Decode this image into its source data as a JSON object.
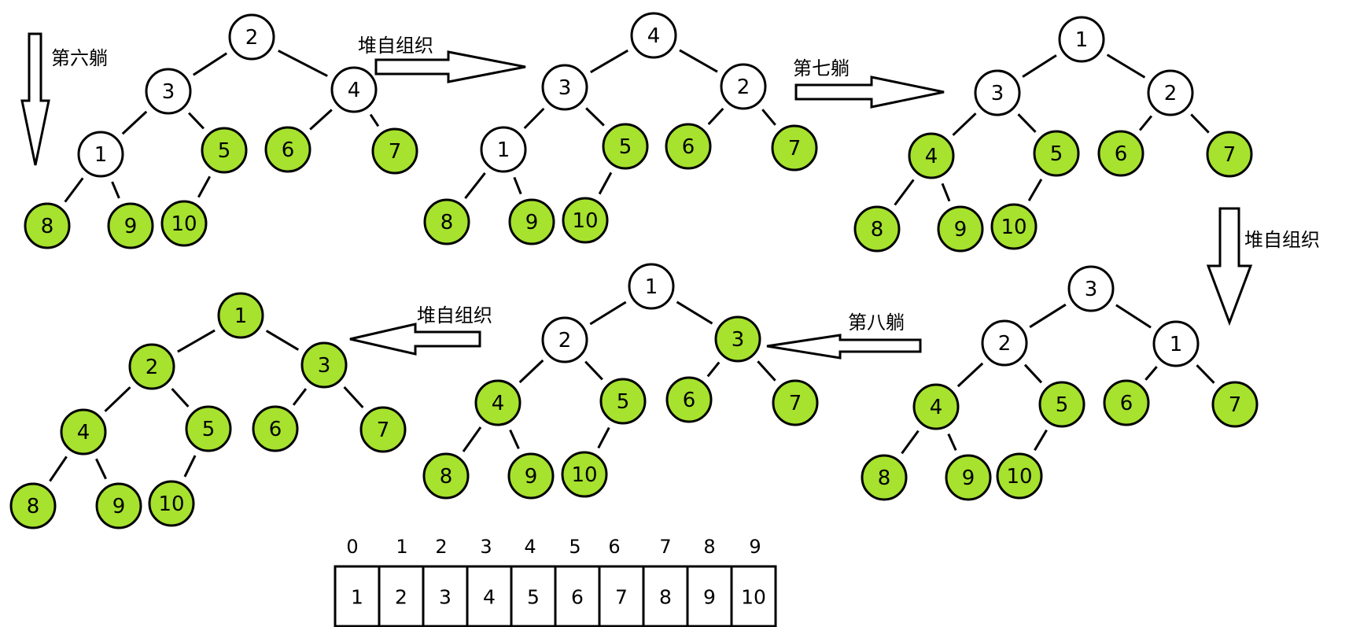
{
  "colors": {
    "sorted_node": "#a6e22e",
    "unsorted_node": "#ffffff",
    "stroke": "#000000"
  },
  "trees": [
    {
      "id": "tree-1",
      "values": [
        "2",
        "3",
        "4",
        "1",
        "5",
        "6",
        "7",
        "8",
        "9",
        "10"
      ],
      "sorted": [
        false,
        false,
        false,
        false,
        true,
        true,
        true,
        true,
        true,
        true
      ]
    },
    {
      "id": "tree-2",
      "values": [
        "4",
        "3",
        "2",
        "1",
        "5",
        "6",
        "7",
        "8",
        "9",
        "10"
      ],
      "sorted": [
        false,
        false,
        false,
        false,
        true,
        true,
        true,
        true,
        true,
        true
      ]
    },
    {
      "id": "tree-3",
      "values": [
        "1",
        "3",
        "2",
        "4",
        "5",
        "6",
        "7",
        "8",
        "9",
        "10"
      ],
      "sorted": [
        false,
        false,
        false,
        true,
        true,
        true,
        true,
        true,
        true,
        true
      ]
    },
    {
      "id": "tree-4",
      "values": [
        "3",
        "2",
        "1",
        "4",
        "5",
        "6",
        "7",
        "8",
        "9",
        "10"
      ],
      "sorted": [
        false,
        false,
        false,
        true,
        true,
        true,
        true,
        true,
        true,
        true
      ]
    },
    {
      "id": "tree-5",
      "values": [
        "1",
        "2",
        "3",
        "4",
        "5",
        "6",
        "7",
        "8",
        "9",
        "10"
      ],
      "sorted": [
        false,
        false,
        true,
        true,
        true,
        true,
        true,
        true,
        true,
        true
      ]
    },
    {
      "id": "tree-6",
      "values": [
        "1",
        "2",
        "3",
        "4",
        "5",
        "6",
        "7",
        "8",
        "9",
        "10"
      ],
      "sorted": [
        true,
        true,
        true,
        true,
        true,
        true,
        true,
        true,
        true,
        true
      ]
    }
  ],
  "labels": {
    "pass_six": "第六躺",
    "heapify_1": "堆自组织",
    "pass_seven": "第七躺",
    "heapify_2": "堆自组织",
    "pass_eight": "第八躺",
    "heapify_3": "堆自组织"
  },
  "array": {
    "indices": [
      "0",
      "1",
      "2",
      "3",
      "4",
      "5",
      "6",
      "7",
      "8",
      "9"
    ],
    "values": [
      "1",
      "2",
      "3",
      "4",
      "5",
      "6",
      "7",
      "8",
      "9",
      "10"
    ]
  }
}
